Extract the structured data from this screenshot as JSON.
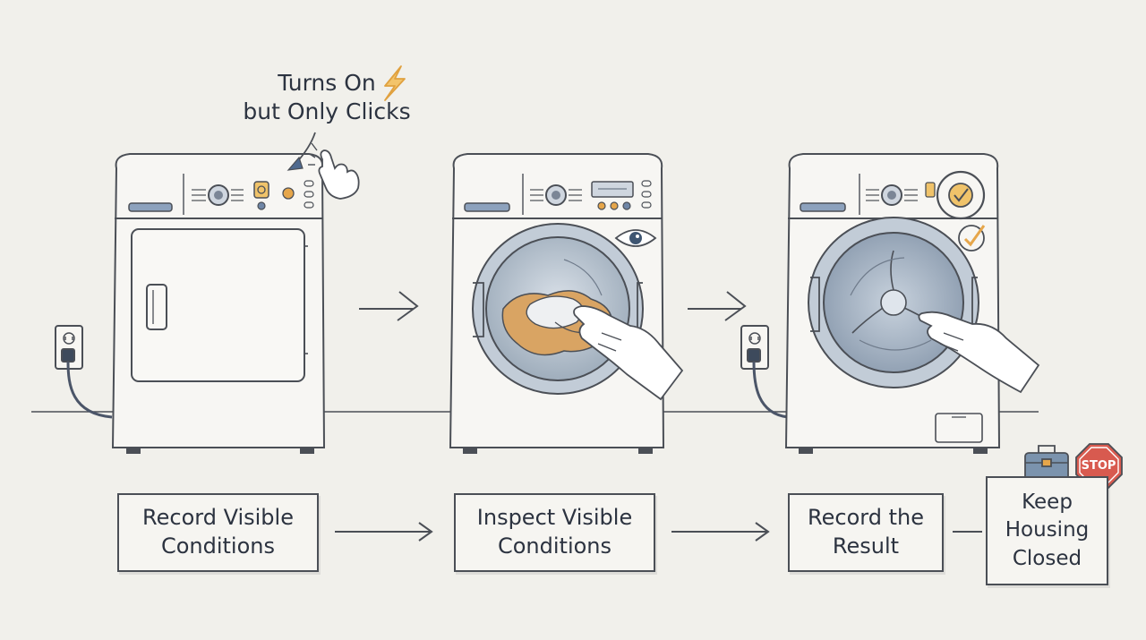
{
  "annotation": {
    "line1": "Turns On",
    "line2": "but Only Clicks"
  },
  "steps": [
    {
      "line1": "Record Visible",
      "line2": "Conditions"
    },
    {
      "line1": "Inspect Visible",
      "line2": "Conditions"
    },
    {
      "line1": "Record the",
      "line2": "Result"
    },
    {
      "line1": "Keep",
      "line2": "Housing",
      "line3": "Closed"
    }
  ],
  "stop_sign": {
    "label": "STOP"
  },
  "colors": {
    "background": "#f1f0eb",
    "outline": "#4b4f56",
    "accent_orange": "#e6a64a",
    "accent_blue": "#6f86a6",
    "stop_red": "#d85a4f",
    "toolbox_blue": "#7b93ad"
  },
  "icons": [
    "lightning-icon",
    "hand-press-icon",
    "eye-icon",
    "check-icon",
    "toolbox-icon",
    "stop-sign-icon",
    "wall-outlet-icon"
  ]
}
